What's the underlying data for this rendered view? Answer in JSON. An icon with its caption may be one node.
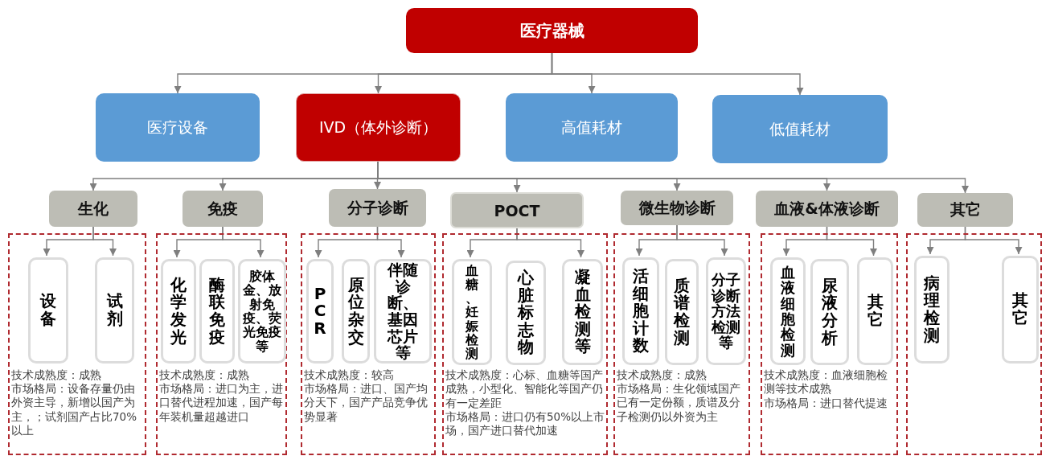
{
  "diagram": {
    "nodes": [
      {
        "text": [
          "医疗器械"
        ]
      },
      {
        "text": [
          "医疗设备"
        ]
      },
      {
        "text": [
          "IVD（体外诊断）"
        ]
      },
      {
        "text": [
          "高值耗材"
        ]
      },
      {
        "text": [
          "低值耗材"
        ]
      },
      {
        "text": [
          "生化"
        ]
      },
      {
        "text": [
          "免疫"
        ]
      },
      {
        "text": [
          "分子诊断"
        ]
      },
      {
        "text": [
          "POCT"
        ]
      },
      {
        "text": [
          "微生物诊断"
        ]
      },
      {
        "text": [
          "血液&体液诊断"
        ]
      },
      {
        "text": [
          "其它"
        ]
      },
      {
        "text": [
          "技术成熟度：成熟",
          "市场格局：设备存量仍由外资主导，新增以国产为主，；试剂国产占比70%以上"
        ]
      },
      {
        "text": [
          "设备"
        ],
        "in": 12
      },
      {
        "text": [
          "试剂"
        ],
        "in": 12
      },
      {
        "text": [
          "技术成熟度：成熟",
          "市场格局：进口为主，进口替代进程加速，国产每年装机量超越进口"
        ]
      },
      {
        "text": [
          "化学发光"
        ],
        "in": 15
      },
      {
        "text": [
          "酶联免疫"
        ],
        "in": 15
      },
      {
        "text": [
          "胶体金、放射免疫、荧光免疫等"
        ],
        "in": 15
      },
      {
        "text": [
          "技术成熟度：较高",
          "市场格局：进口、国产均分天下，国产产品竞争优势显著"
        ]
      },
      {
        "text": [
          "PCR"
        ],
        "in": 19
      },
      {
        "text": [
          "原位杂交"
        ],
        "in": 19
      },
      {
        "text": [
          "伴随诊断、基因芯片等"
        ],
        "in": 19
      },
      {
        "text": [
          "技术成熟度：心标、血糖等国产成熟，小型化、智能化等国产仍有一定差距",
          "市场格局：进口仍有50%以上市场，国产进口替代加速"
        ]
      },
      {
        "text": [
          "血糖、妊娠检测"
        ],
        "in": 23
      },
      {
        "text": [
          "心脏标志物"
        ],
        "in": 23
      },
      {
        "text": [
          "凝血检测等"
        ],
        "in": 23
      },
      {
        "text": [
          "技术成熟度：成熟",
          "市场格局：生化领域国产已有一定份额，质谱及分子检测仍以外资为主"
        ]
      },
      {
        "text": [
          "活细胞计数"
        ],
        "in": 27
      },
      {
        "text": [
          "质谱检测"
        ],
        "in": 27
      },
      {
        "text": [
          "分子诊断方法检测等"
        ],
        "in": 27
      },
      {
        "text": [
          "技术成熟度：血液细胞检测等技术成熟",
          "市场格局：进口替代提速"
        ]
      },
      {
        "text": [
          "血液细胞检测"
        ],
        "in": 31
      },
      {
        "text": [
          "尿液分析"
        ],
        "in": 31
      },
      {
        "text": [
          "其它"
        ],
        "in": 31
      },
      {
        "text": [],
        "shape": "box"
      },
      {
        "text": [
          "病理检测"
        ],
        "in": 35
      },
      {
        "text": [
          "其它"
        ],
        "in": 35
      }
    ],
    "edges": [
      {
        "from": 0,
        "to": 1,
        "arrow": "to"
      },
      {
        "from": 0,
        "to": 2,
        "arrow": "to"
      },
      {
        "from": 0,
        "to": 3,
        "arrow": "to"
      },
      {
        "from": 0,
        "to": 4,
        "arrow": "to"
      },
      {
        "from": 2,
        "to": 5,
        "arrow": "to"
      },
      {
        "from": 2,
        "to": 6,
        "arrow": "to"
      },
      {
        "from": 2,
        "to": 7,
        "arrow": "to"
      },
      {
        "from": 2,
        "to": 8,
        "arrow": "to"
      },
      {
        "from": 2,
        "to": 9,
        "arrow": "to"
      },
      {
        "from": 2,
        "to": 10,
        "arrow": "to"
      },
      {
        "from": 2,
        "to": 11,
        "arrow": "to"
      },
      {
        "from": 5,
        "to": 13,
        "arrow": "to"
      },
      {
        "from": 5,
        "to": 14,
        "arrow": "to"
      },
      {
        "from": 6,
        "to": 16,
        "arrow": "to"
      },
      {
        "from": 6,
        "to": 18,
        "arrow": "to"
      },
      {
        "from": 7,
        "to": 20,
        "arrow": "to"
      },
      {
        "from": 7,
        "to": 22,
        "arrow": "to"
      },
      {
        "from": 8,
        "to": 24,
        "arrow": "to"
      },
      {
        "from": 8,
        "to": 26,
        "arrow": "to"
      },
      {
        "from": 9,
        "to": 28,
        "arrow": "to"
      },
      {
        "from": 9,
        "to": 30,
        "arrow": "to"
      },
      {
        "from": 10,
        "to": 32,
        "arrow": "to"
      },
      {
        "from": 10,
        "to": 34,
        "arrow": "to"
      },
      {
        "from": 11,
        "to": 36,
        "arrow": "to"
      },
      {
        "from": 11,
        "to": 37,
        "arrow": "to"
      }
    ]
  }
}
